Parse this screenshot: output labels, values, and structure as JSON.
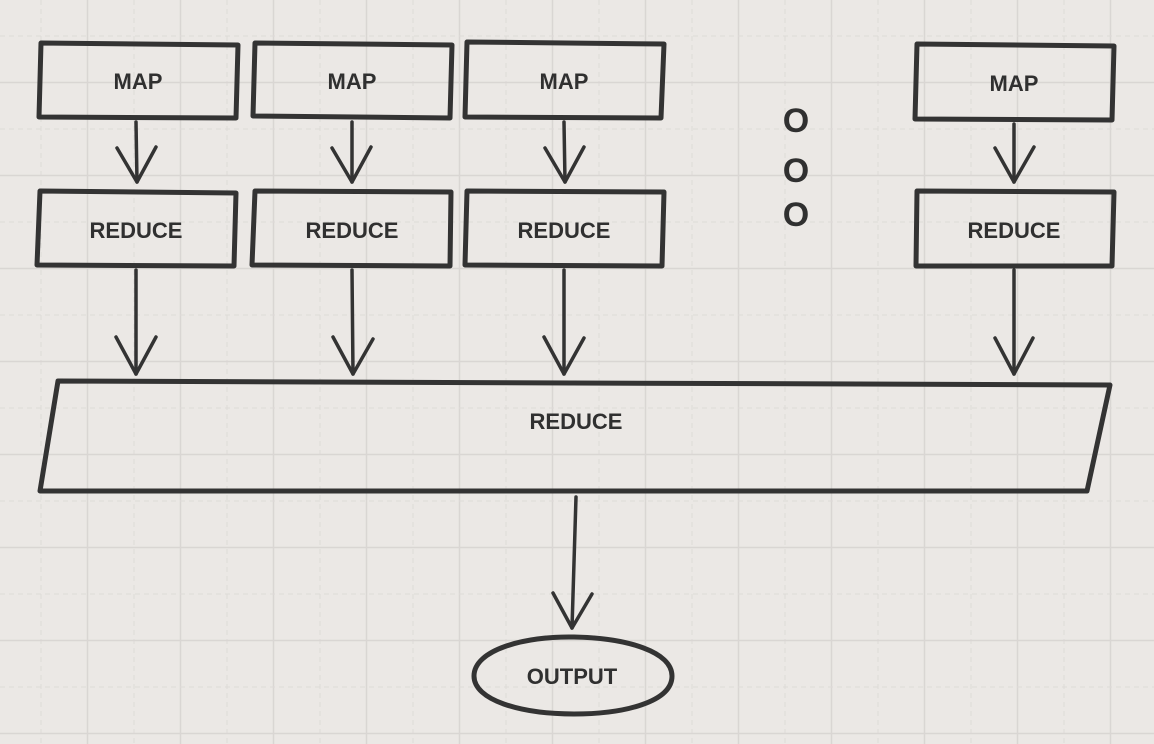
{
  "diagram": {
    "map_label": "MAP",
    "reduce_label": "REDUCE",
    "final_reduce_label": "REDUCE",
    "output_label": "OUTPUT",
    "ellipsis_marks": [
      "O",
      "O",
      "O"
    ]
  },
  "colors": {
    "background": "#ebe8e5",
    "stroke": "#333333",
    "text": "#303030",
    "grid": "#d9d6d3"
  }
}
